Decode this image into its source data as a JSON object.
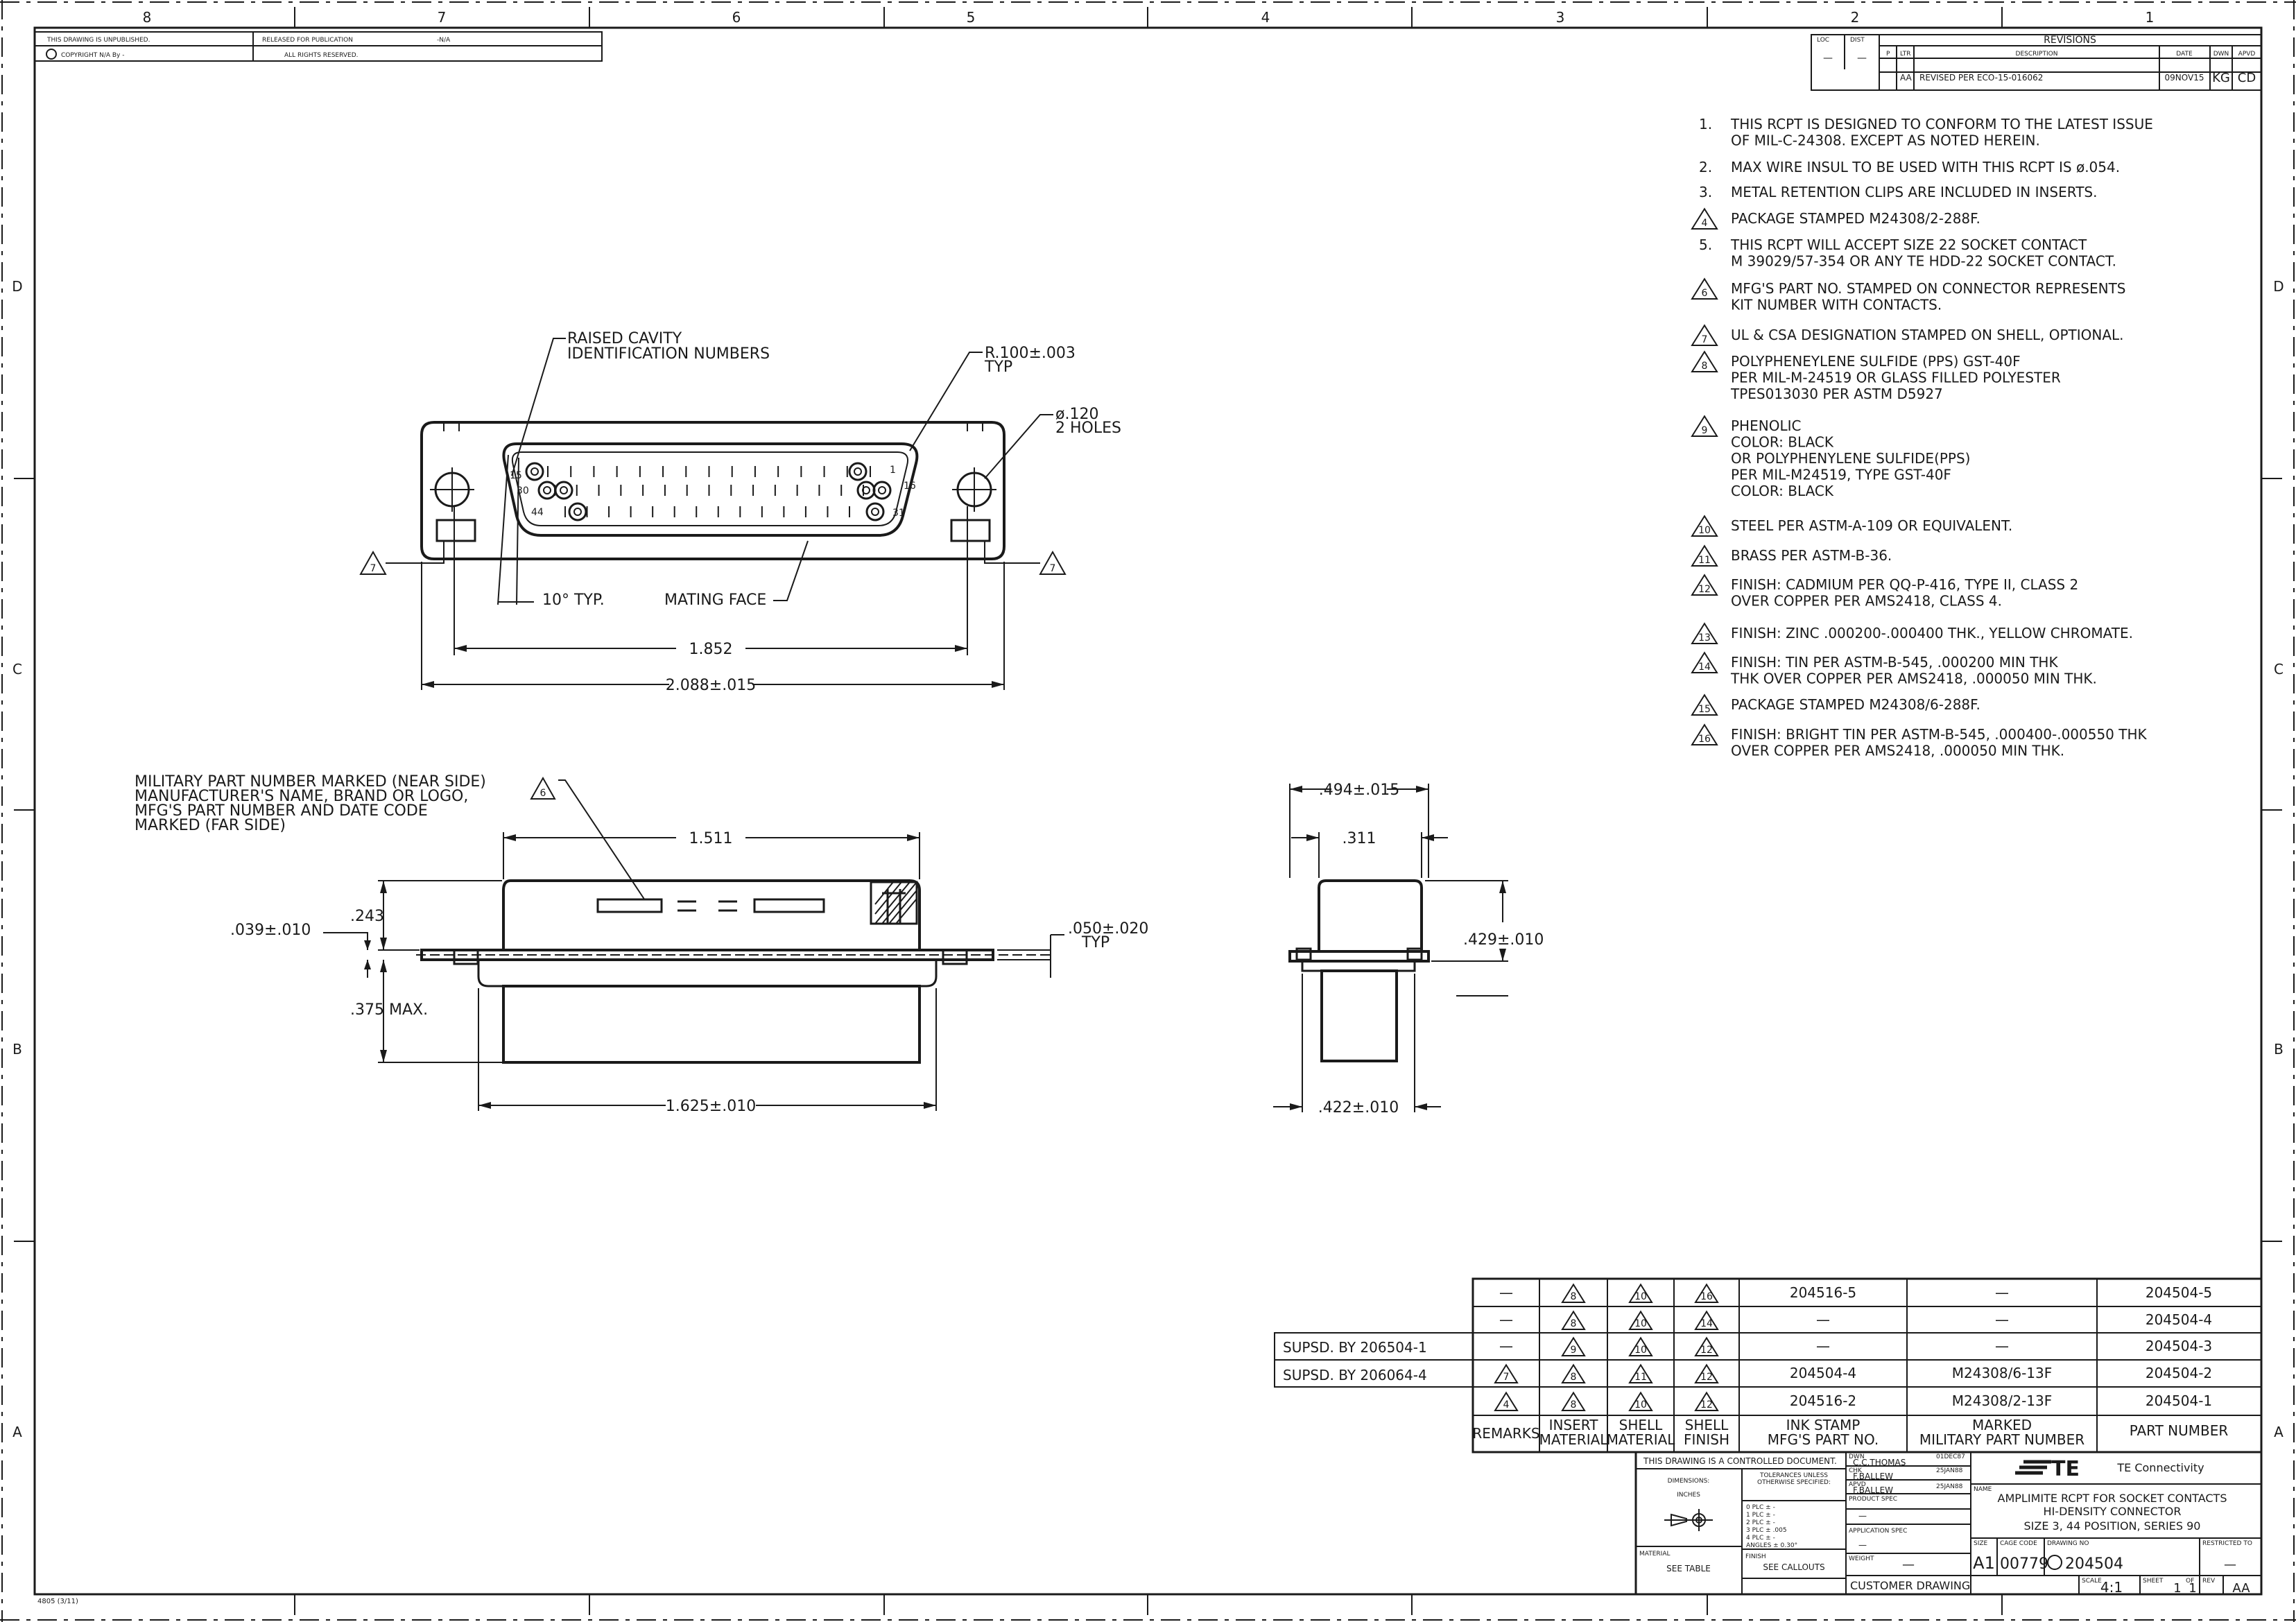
{
  "zones": {
    "cols": [
      "8",
      "7",
      "6",
      "5",
      "4",
      "3",
      "2",
      "1"
    ],
    "rows": [
      "D",
      "C",
      "B",
      "A"
    ]
  },
  "header": {
    "unpublished": "THIS DRAWING IS UNPUBLISHED.",
    "released": "RELEASED FOR PUBLICATION",
    "released_val": "-N/A",
    "copyright": "COPYRIGHT  N/A  By -",
    "rights": "ALL RIGHTS RESERVED."
  },
  "revisions": {
    "title": "REVISIONS",
    "loc": "LOC",
    "dist": "DIST",
    "dash": "—",
    "p": "P",
    "ltr": "LTR",
    "description": "DESCRIPTION",
    "date": "DATE",
    "dwn": "DWN",
    "apvd": "APVD",
    "row": {
      "ltr": "AA",
      "desc": "REVISED PER ECO-15-016062",
      "date": "09NOV15",
      "dwn": "KG",
      "apvd": "CD"
    }
  },
  "notes": [
    {
      "num": "1.",
      "flag": false,
      "lines": [
        "THIS RCPT IS DESIGNED TO CONFORM TO THE LATEST ISSUE",
        "OF MIL-C-24308. EXCEPT AS NOTED HEREIN."
      ]
    },
    {
      "num": "2.",
      "flag": false,
      "lines": [
        "MAX WIRE INSUL TO BE USED WITH THIS RCPT IS ø.054."
      ]
    },
    {
      "num": "3.",
      "flag": false,
      "lines": [
        "METAL RETENTION CLIPS ARE INCLUDED IN INSERTS."
      ]
    },
    {
      "num": "4",
      "flag": true,
      "lines": [
        "PACKAGE STAMPED M24308/2-288F."
      ]
    },
    {
      "num": "5.",
      "flag": false,
      "lines": [
        "THIS RCPT WILL ACCEPT SIZE 22 SOCKET CONTACT",
        "M 39029/57-354 OR ANY TE HDD-22 SOCKET CONTACT."
      ]
    },
    {
      "num": "6",
      "flag": true,
      "lines": [
        "MFG'S PART NO. STAMPED ON CONNECTOR REPRESENTS",
        "KIT NUMBER WITH CONTACTS."
      ]
    },
    {
      "num": "7",
      "flag": true,
      "lines": [
        "UL & CSA DESIGNATION STAMPED ON SHELL, OPTIONAL."
      ]
    },
    {
      "num": "8",
      "flag": true,
      "lines": [
        "POLYPHENEYLENE SULFIDE (PPS) GST-40F",
        "PER MIL-M-24519 OR GLASS FILLED POLYESTER",
        "TPES013030 PER ASTM D5927"
      ]
    },
    {
      "num": "9",
      "flag": true,
      "lines": [
        "PHENOLIC",
        "COLOR: BLACK",
        "OR POLYPHENYLENE SULFIDE(PPS)",
        "PER MIL-M24519, TYPE GST-40F",
        "COLOR: BLACK"
      ]
    },
    {
      "num": "10",
      "flag": true,
      "lines": [
        "STEEL PER ASTM-A-109 OR EQUIVALENT."
      ]
    },
    {
      "num": "11",
      "flag": true,
      "lines": [
        "BRASS PER ASTM-B-36."
      ]
    },
    {
      "num": "12",
      "flag": true,
      "lines": [
        "FINISH: CADMIUM PER QQ-P-416, TYPE II, CLASS 2",
        "OVER COPPER PER AMS2418, CLASS 4."
      ]
    },
    {
      "num": "13",
      "flag": true,
      "lines": [
        "FINISH: ZINC .000200-.000400 THK., YELLOW CHROMATE."
      ]
    },
    {
      "num": "14",
      "flag": true,
      "lines": [
        "FINISH: TIN PER ASTM-B-545, .000200 MIN THK",
        "THK OVER COPPER PER AMS2418, .000050 MIN THK."
      ]
    },
    {
      "num": "15",
      "flag": true,
      "lines": [
        "PACKAGE STAMPED M24308/6-288F."
      ]
    },
    {
      "num": "16",
      "flag": true,
      "lines": [
        "FINISH: BRIGHT TIN PER ASTM-B-545, .000400-.000550 THK",
        "OVER COPPER PER AMS2418, .000050 MIN THK."
      ]
    }
  ],
  "front_view": {
    "callout_cavity": [
      "RAISED CAVITY",
      "IDENTIFICATION NUMBERS"
    ],
    "radius": [
      "R.100±.003",
      "TYP"
    ],
    "holes": [
      "ø.120",
      "2 HOLES"
    ],
    "angle": "10° TYP.",
    "mating_face": "MATING FACE",
    "dim_inner": "1.852",
    "dim_outer": "2.088±.015",
    "pin_labels": [
      "15",
      "1",
      "16",
      "30",
      "44",
      "31"
    ],
    "flag_left": "7",
    "flag_right": "7"
  },
  "side_view": {
    "marking_note": [
      "MILITARY PART NUMBER MARKED (NEAR SIDE)",
      "MANUFACTURER'S NAME, BRAND OR LOGO,",
      "MFG'S PART NUMBER AND DATE CODE",
      "MARKED (FAR SIDE)"
    ],
    "marking_flag": "6",
    "dim_top": "1.511",
    "dim_243": ".243",
    "dim_039": ".039±.010",
    "dim_050": [
      ".050±.020",
      "TYP"
    ],
    "dim_375": ".375 MAX.",
    "dim_bottom": "1.625±.010"
  },
  "end_view": {
    "dim_494": ".494±.015",
    "dim_311": ".311",
    "dim_429": ".429±.010",
    "dim_422": ".422±.010"
  },
  "part_table": {
    "supsd": [
      "SUPSD. BY 206504-1",
      "SUPSD. BY 206064-4"
    ],
    "rows": [
      {
        "remarks": "—",
        "remarks_flag": false,
        "insert": "8",
        "shell": "10",
        "finish": "16",
        "ink": "204516-5",
        "mil": "—",
        "pn": "204504-5"
      },
      {
        "remarks": "—",
        "remarks_flag": false,
        "insert": "8",
        "shell": "10",
        "finish": "14",
        "ink": "—",
        "mil": "—",
        "pn": "204504-4"
      },
      {
        "remarks": "—",
        "remarks_flag": false,
        "insert": "9",
        "shell": "10",
        "finish": "12",
        "ink": "—",
        "mil": "—",
        "pn": "204504-3"
      },
      {
        "remarks": "7",
        "remarks_flag": true,
        "insert": "8",
        "shell": "11",
        "finish": "12",
        "ink": "204504-4",
        "mil": "M24308/6-13F",
        "pn": "204504-2"
      },
      {
        "remarks": "4",
        "remarks_flag": true,
        "insert": "8",
        "shell": "10",
        "finish": "12",
        "ink": "204516-2",
        "mil": "M24308/2-13F",
        "pn": "204504-1"
      }
    ],
    "headers": {
      "remarks": "REMARKS",
      "insert": [
        "INSERT",
        "MATERIAL"
      ],
      "shell": [
        "SHELL",
        "MATERIAL"
      ],
      "finish": [
        "SHELL",
        "FINISH"
      ],
      "ink": [
        "INK STAMP",
        "MFG'S PART NO."
      ],
      "mil": [
        "MARKED",
        "MILITARY PART NUMBER"
      ],
      "pn": "PART NUMBER"
    }
  },
  "title_block": {
    "controlled": "THIS DRAWING IS A CONTROLLED DOCUMENT.",
    "dimensions": "DIMENSIONS:",
    "inches": "INCHES",
    "tolerances": "TOLERANCES UNLESS",
    "otherwise": "OTHERWISE SPECIFIED:",
    "tol_lines": [
      "0 PLC   ± -",
      "1 PLC   ± -",
      "2 PLC   ± -",
      "3 PLC   ± .005",
      "4 PLC   ± -",
      "ANGLES   ± 0.30°"
    ],
    "material_label": "MATERIAL",
    "material": "SEE TABLE",
    "finish_label": "FINISH",
    "finish": "SEE CALLOUTS",
    "dwn_label": "DWN",
    "dwn": "C.C.THOMAS",
    "dwn_date": "01DEC87",
    "chk_label": "CHK",
    "chk": "F.BALLEW",
    "chk_date": "25JAN88",
    "apvd_label": "APVD",
    "apvd": "F.BALLEW",
    "apvd_date": "25JAN88",
    "product_spec_label": "PRODUCT SPEC",
    "product_spec": "—",
    "application_spec_label": "APPLICATION SPEC",
    "application_spec": "—",
    "weight_label": "WEIGHT",
    "weight": "—",
    "company": "TE Connectivity",
    "logo": "TE",
    "name_label": "NAME",
    "title_lines": [
      "AMPLIMITE RCPT FOR SOCKET CONTACTS",
      "HI-DENSITY CONNECTOR",
      "SIZE 3, 44 POSITION, SERIES 90"
    ],
    "size_label": "SIZE",
    "size": "A1",
    "cage_label": "CAGE CODE",
    "cage": "00779",
    "dwg_no_label": "DRAWING NO",
    "dwg_no": "204504",
    "restricted_label": "RESTRICTED TO",
    "restricted": "—",
    "customer": "CUSTOMER DRAWING",
    "scale_label": "SCALE",
    "scale": "4:1",
    "sheet_label": "SHEET",
    "sheet": "1",
    "of_label": "OF",
    "of": "1",
    "rev_label": "REV",
    "rev": "AA"
  },
  "form_id": "4805 (3/11)"
}
